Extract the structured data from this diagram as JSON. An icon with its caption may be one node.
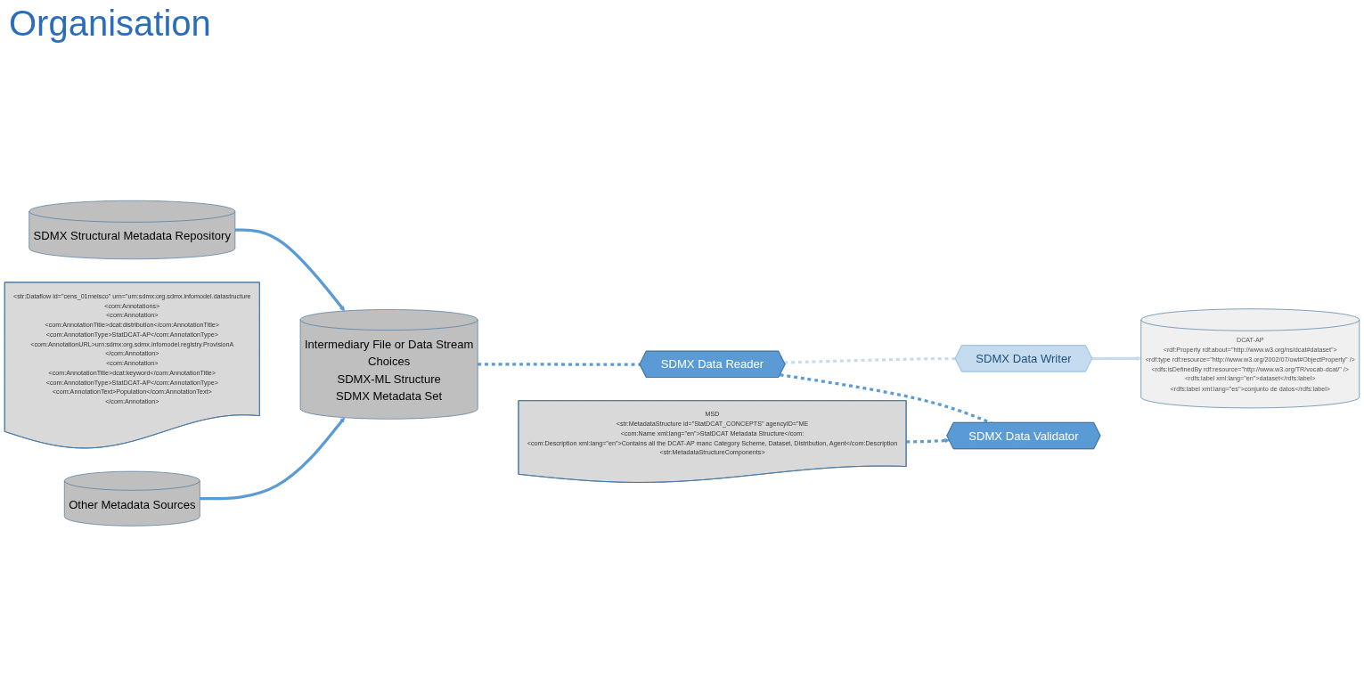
{
  "diagram": {
    "title": "Organisation",
    "nodes": [
      {
        "text": [
          "SDMX Structural Metadata Repository"
        ]
      },
      {
        "text": [
          "<str:Dataflow id=\"cens_01rneisco\" urn=\"urn:sdmx:org.sdmx.infomodel.datastructure",
          "<com:Annotations>",
          "<com:Annotation>",
          "<com:AnnotationTitle>dcat:distribution</com:AnnotationTitle>",
          "<com:AnnotationType>StatDCAT-AP</com:AnnotationType>",
          "<com:AnnotationURL>urn:sdmx:org.sdmx.infomodel.registry.ProvisionA",
          "</com:Annotation>",
          "<com:Annotation>",
          "<com:AnnotationTitle>dcat:keyword</com:AnnotationTitle>",
          "<com:AnnotationType>StatDCAT-AP</com:AnnotationType>",
          "<com:AnnotationText>Population</com:AnnotationText>",
          "</com:Annotation>"
        ]
      },
      {
        "text": [
          "Other Metadata Sources"
        ]
      },
      {
        "text": [
          "Intermediary File or Data Stream",
          "Choices",
          "SDMX-ML Structure",
          "SDMX Metadata Set"
        ]
      },
      {
        "text": [
          "SDMX Data Reader"
        ]
      },
      {
        "text": [
          "SDMX Data Writer"
        ]
      },
      {
        "text": [
          "SDMX Data Validator"
        ]
      },
      {
        "text": [
          "MSD",
          "<str:MetadataStructure id=\"StatDCAT_CONCEPTS\" agencyID=\"ME",
          "<com:Name xml:lang=\"en\">StatDCAT Metadata Structure</com:",
          "<com:Description xml:lang=\"en\">Contains all the DCAT-AP manc Category Scheme, Dataset, Distribution, Agent</com:Description",
          "<str:MetadataStructureComponents>"
        ]
      },
      {
        "text": [
          "DCAT-AP",
          "<rdf:Property rdf:about=\"http://www.w3.org/ns/dcat#dataset\">",
          "<rdf:type rdf:resource=\"http://www.w3.org/2002/07/owl#ObjectProperty\" />",
          "<rdfs:isDefinedBy rdf:resource=\"http://www.w3.org/TR/vocab-dcat/\" />",
          "<rdfs:label xml:lang=\"en\">dataset</rdfs:label>",
          "<rdfs:label xml:lang=\"es\">conjunto de datos</rdfs:label>"
        ]
      }
    ],
    "edges": [
      {
        "from": 0,
        "to": 3,
        "arrow": "to"
      },
      {
        "from": 2,
        "to": 3,
        "arrow": "to"
      },
      {
        "from": 3,
        "to": 4,
        "arrow": "none",
        "style": "dashed"
      },
      {
        "from": 4,
        "to": 5,
        "arrow": "none",
        "style": "dashed",
        "color": "#c5dcf0"
      },
      {
        "from": 4,
        "to": 6,
        "arrow": "none",
        "style": "dashed"
      },
      {
        "from": 7,
        "to": 6,
        "arrow": "to",
        "style": "dashed"
      },
      {
        "from": 5,
        "to": 8,
        "arrow": "to",
        "color": "#c5dcf0"
      }
    ]
  }
}
